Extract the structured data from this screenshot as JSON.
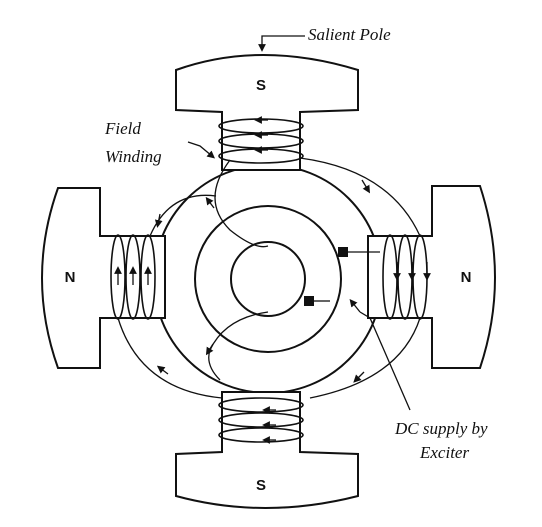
{
  "diagram": {
    "labels": {
      "salient_pole": "Salient Pole",
      "field_winding_line1": "Field",
      "field_winding_line2": "Winding",
      "dc_supply_line1": "DC supply by",
      "dc_supply_line2": "Exciter"
    },
    "poles": {
      "top": "S",
      "bottom": "S",
      "left": "N",
      "right": "N"
    }
  }
}
